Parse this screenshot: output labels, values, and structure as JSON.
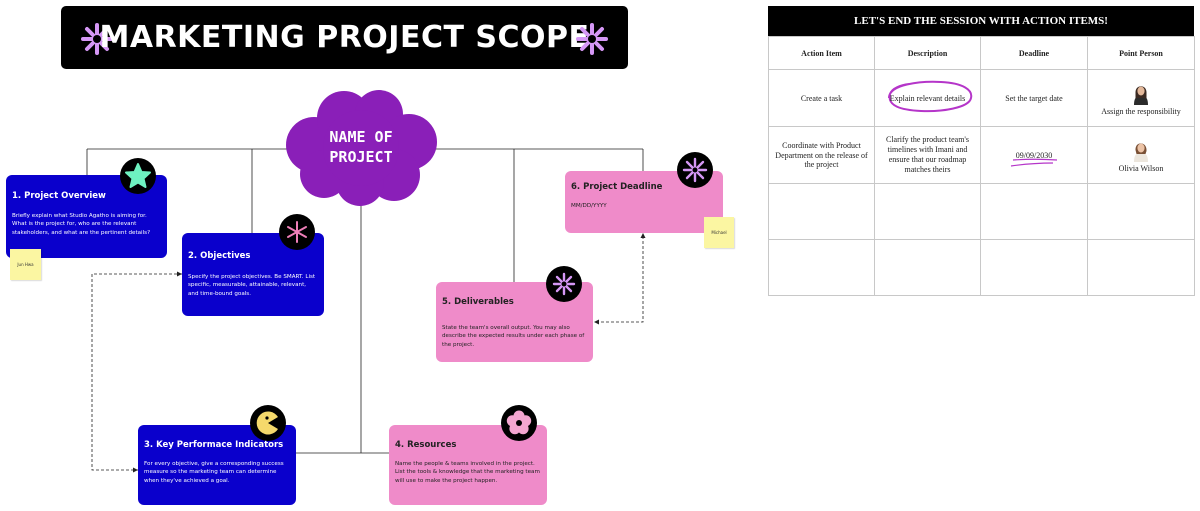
{
  "banner": {
    "title": "MARKETING PROJECT SCOPE"
  },
  "cloud": {
    "label_line1": "NAME OF",
    "label_line2": "PROJECT"
  },
  "cards": {
    "overview": {
      "title": "1. Project Overview",
      "body": "Briefly explain what Studio Agatho is aiming for. What is the project for, who are the relevant stakeholders, and what are the pertinent details?"
    },
    "objectives": {
      "title": "2. Objectives",
      "body": "Specify the project objectives. Be SMART. List specific, measurable, attainable, relevant, and time-bound goals."
    },
    "kpi": {
      "title": "3. Key Performace Indicators",
      "body": "For every objective, give a corresponding success measure so the marketing team can determine when they've achieved a goal."
    },
    "resources": {
      "title": "4. Resources",
      "body": "Name the people & teams involved in the project. List the tools & knowledge that the marketing team will use to make the project happen."
    },
    "deliverables": {
      "title": "5. Deliverables",
      "body": "State the team's overall output. You may also describe the expected results under each phase of the project."
    },
    "deadline": {
      "title": "6. Project Deadline",
      "body": "MM/DD/YYYY"
    }
  },
  "stickies": {
    "overview_note": "Jun Hwa",
    "deadline_note": "Michael"
  },
  "colors": {
    "blue_card": "#0a00cc",
    "pink_card": "#ef8bc9",
    "cloud": "#8a1fb8",
    "star": "#d597f5",
    "highlight": "#b535c9"
  },
  "action_table": {
    "title": "LET'S END THE SESSION WITH ACTION ITEMS!",
    "headers": [
      "Action Item",
      "Description",
      "Deadline",
      "Point Person"
    ],
    "rows": [
      {
        "item": "Create a task",
        "description": "Explain relevant details",
        "deadline": "Set the target date",
        "person": "Assign the responsibility"
      },
      {
        "item": "Coordinate with Product Department on the release of the project",
        "description": "Clarify the product team's timelines with Imani and ensure that our roadmap matches theirs",
        "deadline": "09/09/2030",
        "person": "Olivia Wilson"
      },
      {
        "item": "",
        "description": "",
        "deadline": "",
        "person": ""
      },
      {
        "item": "",
        "description": "",
        "deadline": "",
        "person": ""
      }
    ]
  }
}
